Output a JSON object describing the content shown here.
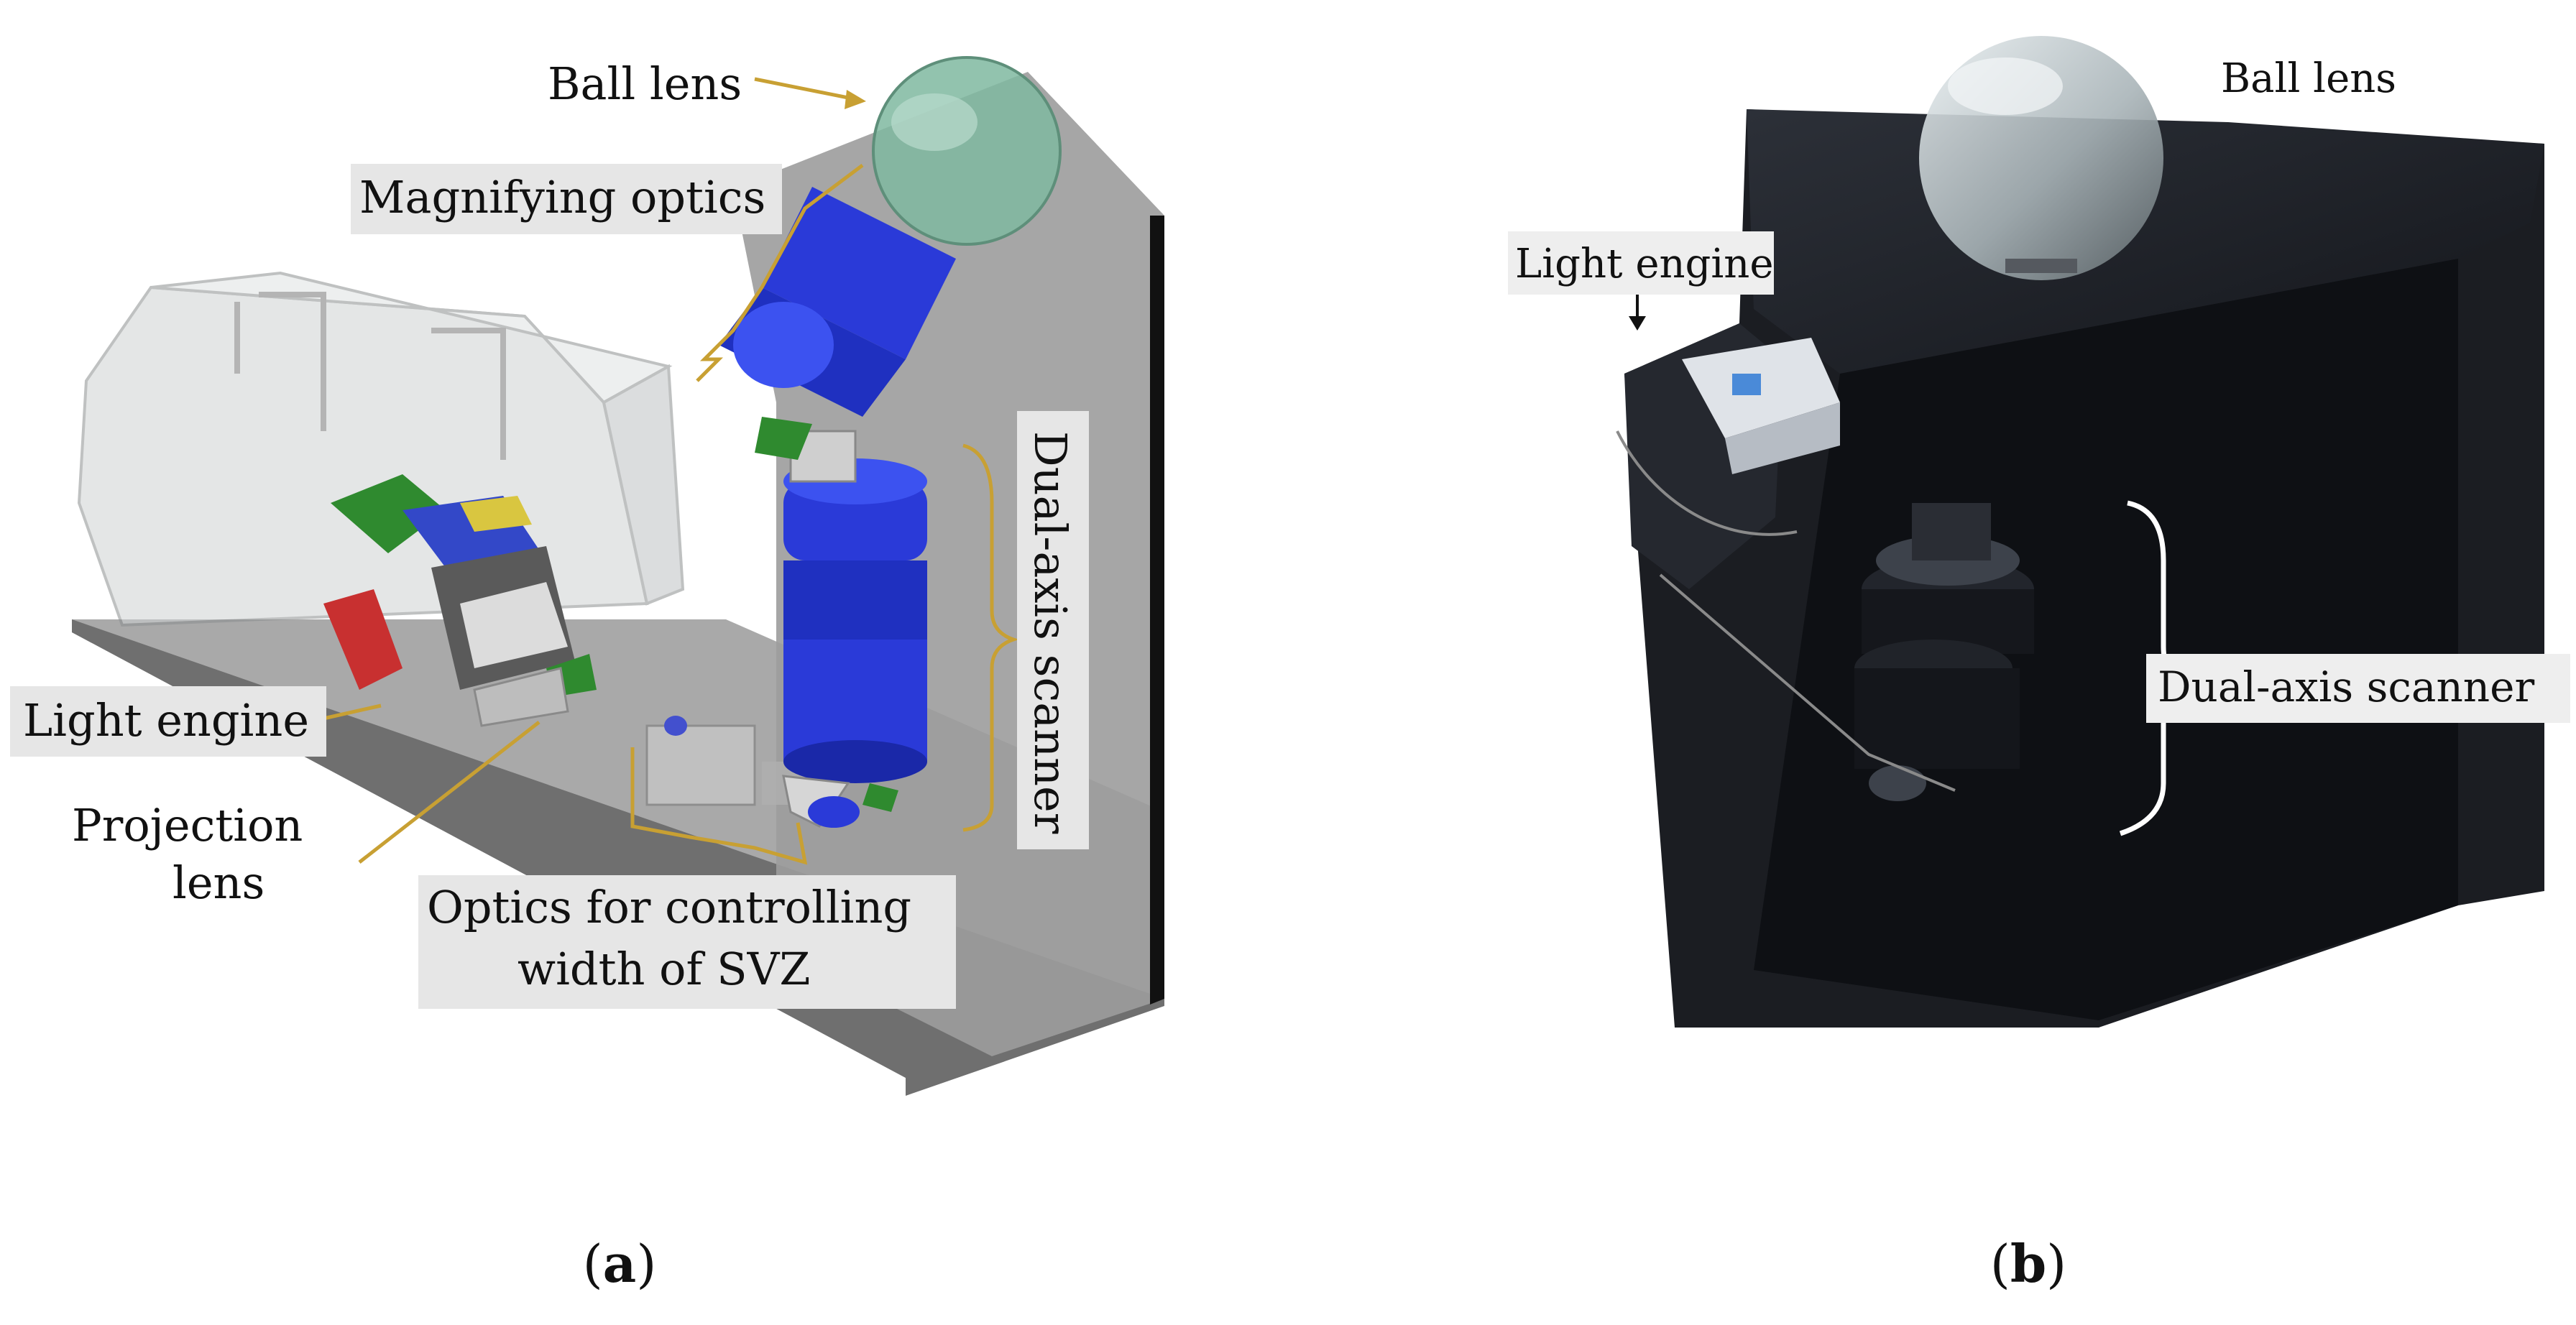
{
  "panel_a": {
    "labels": {
      "ball_lens": "Ball lens",
      "magnifying_optics": "Magnifying optics",
      "dual_axis_scanner": "Dual-axis scanner",
      "light_engine": "Light engine",
      "projection_lens_1": "Projection",
      "projection_lens_2": "lens",
      "optics_svz_1": "Optics for controlling",
      "optics_svz_2": "width of SVZ"
    },
    "caption": {
      "open": "(",
      "letter": "a",
      "close": ")"
    }
  },
  "panel_b": {
    "labels": {
      "ball_lens": "Ball lens",
      "light_engine": "Light engine",
      "dual_axis_scanner": "Dual-axis scanner"
    },
    "caption": {
      "open": "(",
      "letter": "b",
      "close": ")"
    }
  },
  "colors": {
    "leader_gold": "#c8a033",
    "label_box": "#e6e6e6",
    "housing_grey": "#9a9a9a",
    "lens_blue": "#2a3ad8",
    "ball_green": "#7fb8a0",
    "pcb_green": "#2f8a2f",
    "pcb_red": "#c83030",
    "device_black": "#1b1d22"
  }
}
